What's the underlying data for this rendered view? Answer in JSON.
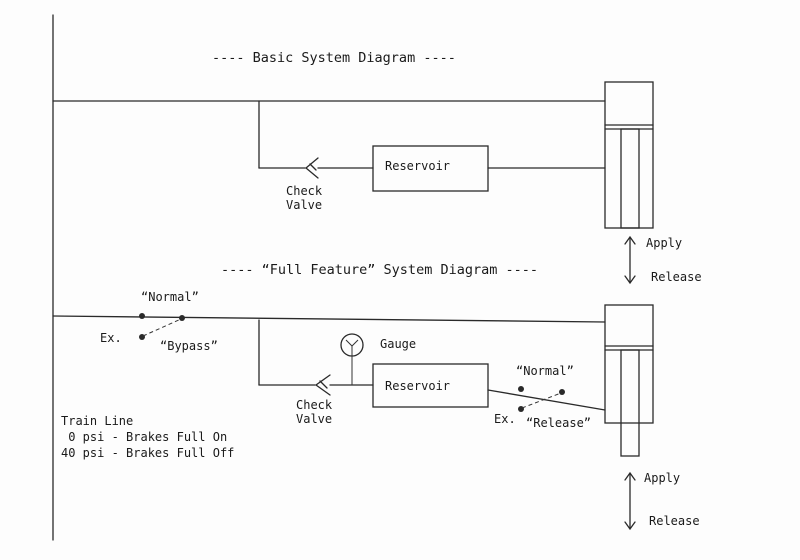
{
  "basic": {
    "title": "---- Basic System Diagram ----",
    "reservoir": "Reservoir",
    "check_valve": "Check\nValve",
    "apply": "Apply",
    "release": "Release"
  },
  "full": {
    "title": "---- “Full Feature” System Diagram ----",
    "normal_left": "“Normal”",
    "ex_left": "Ex.",
    "bypass": "“Bypass”",
    "gauge": "Gauge",
    "reservoir": "Reservoir",
    "check_valve": "Check\nValve",
    "normal_right": "“Normal”",
    "ex_right": "Ex.",
    "release_valve": "“Release”",
    "apply": "Apply",
    "release": "Release"
  },
  "train_line": {
    "title": "Train Line",
    "line1": " 0 psi - Brakes Full On",
    "line2": "40 psi - Brakes Full Off"
  }
}
